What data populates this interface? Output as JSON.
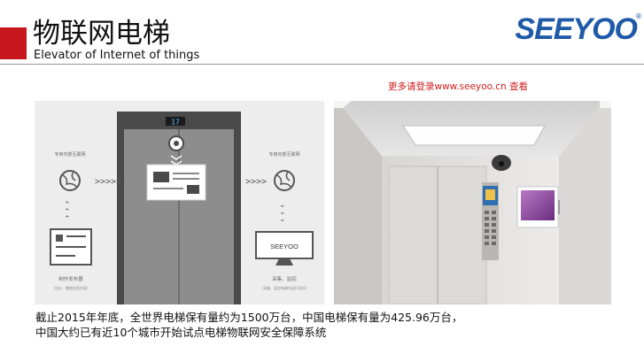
{
  "header": {
    "title_cn": "物联网电梯",
    "title_en": "Elevator of Internet of things",
    "logo_text": "SEEYOO",
    "logo_reg": "®"
  },
  "link_note": "更多请登录www.seeyoo.cn 查看",
  "diagram": {
    "left_node_label": "专用内部互联网",
    "right_node_label": "专用内部互联网",
    "floor_display": "17",
    "monitor_brand": "SEEYOO",
    "publisher_label": "制作发布器",
    "publisher_sub": "（设计、播放信息内容）",
    "monitor_label": "采集、监控",
    "monitor_sub": "（采集、监控电梯内运行状况）"
  },
  "caption": {
    "line1": "截止2015年年底，全世界电梯保有量约为1500万台，中国电梯保有量为425.96万台，",
    "line2": "中国大约已有近10个城市开始试点电梯物联网安全保障系统"
  },
  "colors": {
    "accent_red": "#c8161d",
    "logo_blue": "#1f5aa8",
    "link_red": "#d01f1f"
  }
}
